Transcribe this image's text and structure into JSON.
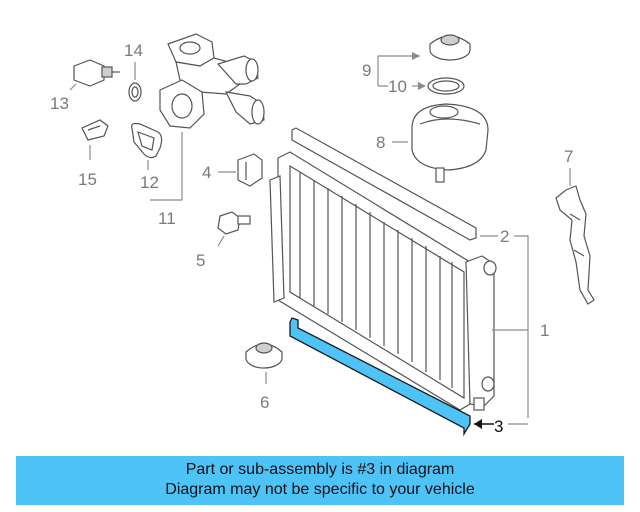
{
  "callouts": {
    "c1": "1",
    "c2": "2",
    "c3": "3",
    "c4": "4",
    "c5": "5",
    "c6": "6",
    "c7": "7",
    "c8": "8",
    "c9": "9",
    "c10": "10",
    "c11": "11",
    "c12": "12",
    "c13": "13",
    "c14": "14",
    "c15": "15"
  },
  "highlight": {
    "part": "3",
    "color": "#4ec3f7"
  },
  "caption": {
    "line1": "Part or sub-assembly is #3 in diagram",
    "line2": "Diagram may not be specific to your vehicle"
  }
}
